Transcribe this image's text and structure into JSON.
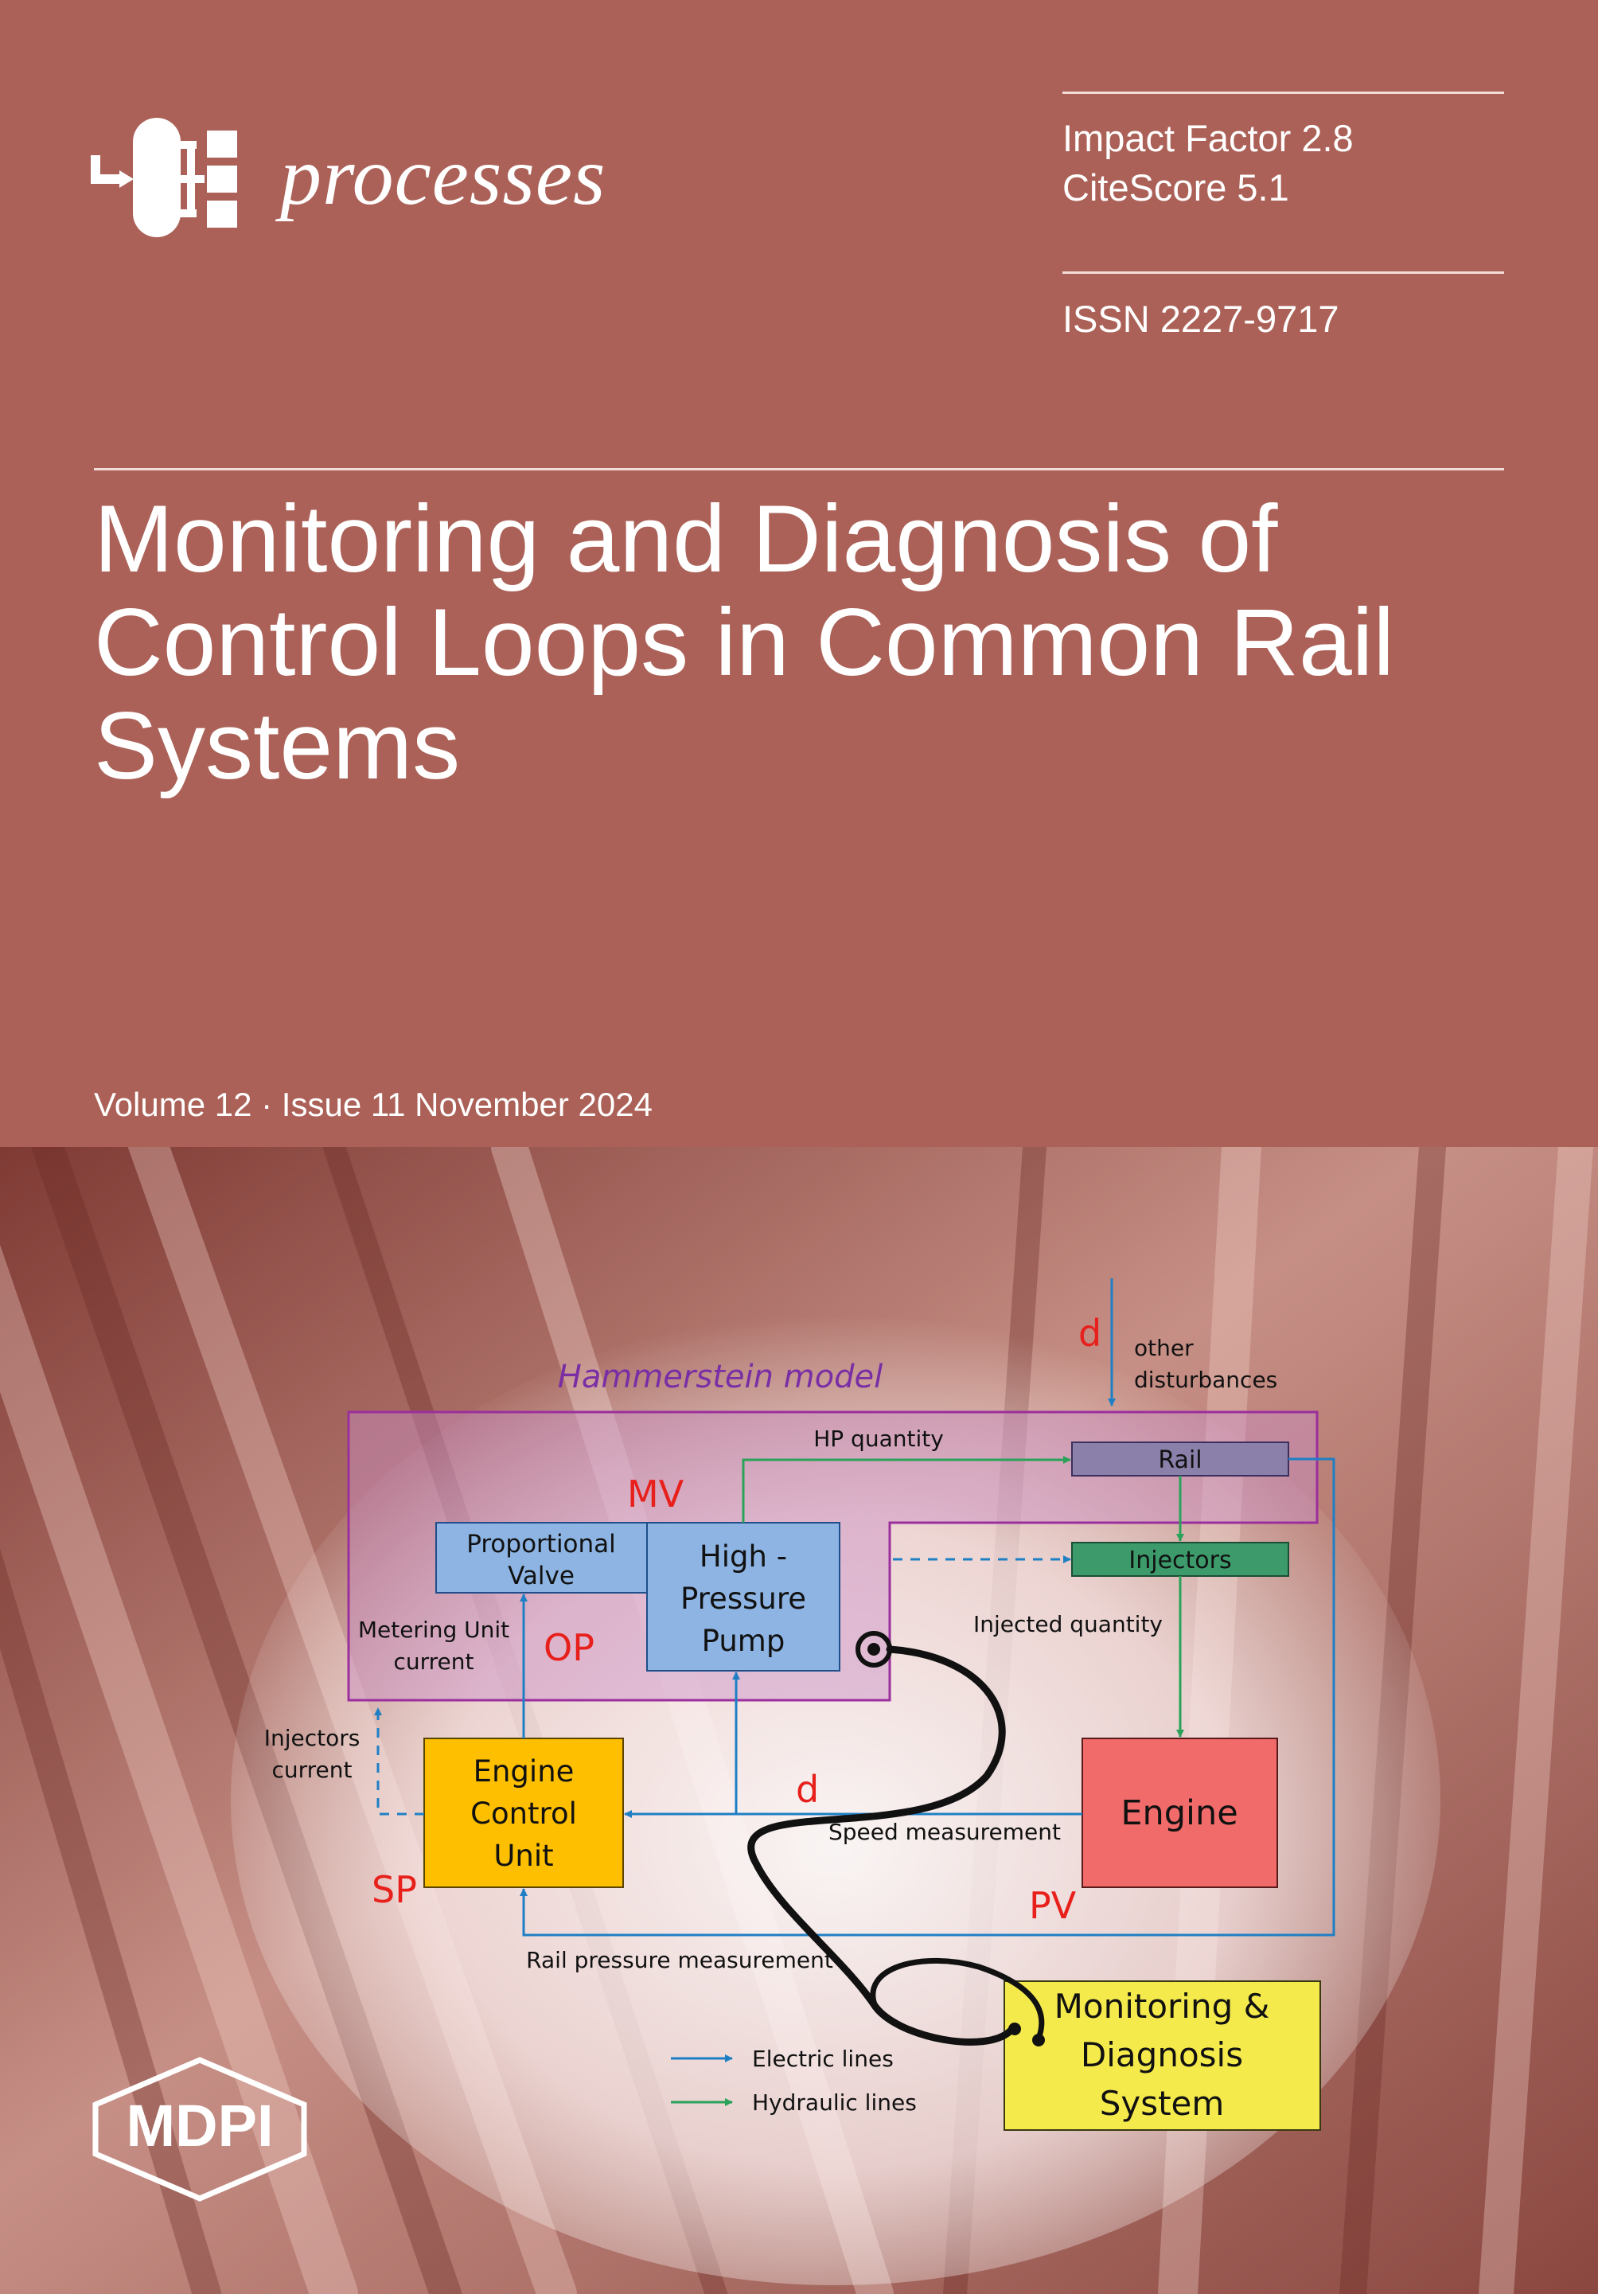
{
  "journal": {
    "name": "processes"
  },
  "metrics": {
    "impact_factor": "Impact Factor 2.8",
    "citescore": "CiteScore 5.1",
    "issn": "ISSN 2227-9717"
  },
  "article": {
    "title_lines": [
      "Monitoring and Diagnosis of",
      "Control Loops in Common Rail",
      "Systems"
    ]
  },
  "issue": {
    "text": "Volume 12 · Issue 11 November 2024"
  },
  "publisher": {
    "name": "MDPI"
  },
  "colors": {
    "background": "#ab6157",
    "electric_line": "#1f7fc4",
    "hydraulic_line": "#2aa25a",
    "label_red": "#e8201c",
    "hammerstein": "#7a2ea5"
  },
  "diagram": {
    "hammerstein_label": "Hammerstein model",
    "blocks": {
      "proportional_valve": [
        "Proportional",
        "Valve"
      ],
      "hp_pump": [
        "High -",
        "Pressure",
        "Pump"
      ],
      "rail": "Rail",
      "injectors": "Injectors",
      "ecu": [
        "Engine",
        "Control",
        "Unit"
      ],
      "engine": "Engine",
      "monitoring": [
        "Monitoring &",
        "Diagnosis",
        "System"
      ]
    },
    "labels": {
      "hp_quantity": "HP quantity",
      "other_disturbances": [
        "other",
        "disturbances"
      ],
      "metering_unit": [
        "Metering Unit",
        "current"
      ],
      "injected_quantity": "Injected quantity",
      "injectors_current": [
        "Injectors",
        "current"
      ],
      "speed_measurement": "Speed measurement",
      "rail_pressure": "Rail pressure measurement"
    },
    "signals": {
      "d_top": "d",
      "mv": "MV",
      "op": "OP",
      "sp": "SP",
      "pv": "PV",
      "d_mid": "d"
    },
    "legend": {
      "electric": "Electric lines",
      "hydraulic": "Hydraulic lines"
    }
  }
}
